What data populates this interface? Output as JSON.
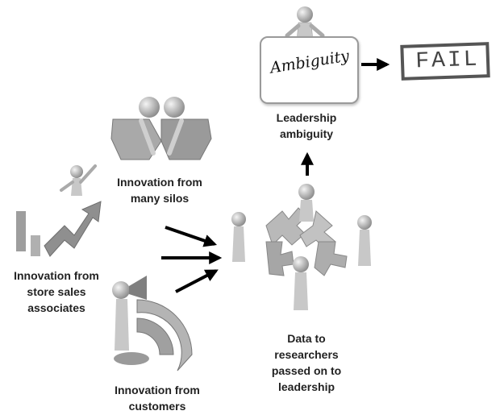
{
  "nodes": {
    "silos": "Innovation from\nmany silos",
    "store": "Innovation from\nstore sales\nassociates",
    "customers": "Innovation from\ncustomers",
    "data": "Data to\nresearchers\npassed on to\nleadership",
    "leadership": "Leadership\nambiguity"
  },
  "card": {
    "text": "Ambiguity"
  },
  "stamp": {
    "text": "FAIL"
  },
  "colors": {
    "figure": "#c8c8c8",
    "figure_dark": "#8c8c8c",
    "arrow": "#000000",
    "text": "#222222"
  }
}
